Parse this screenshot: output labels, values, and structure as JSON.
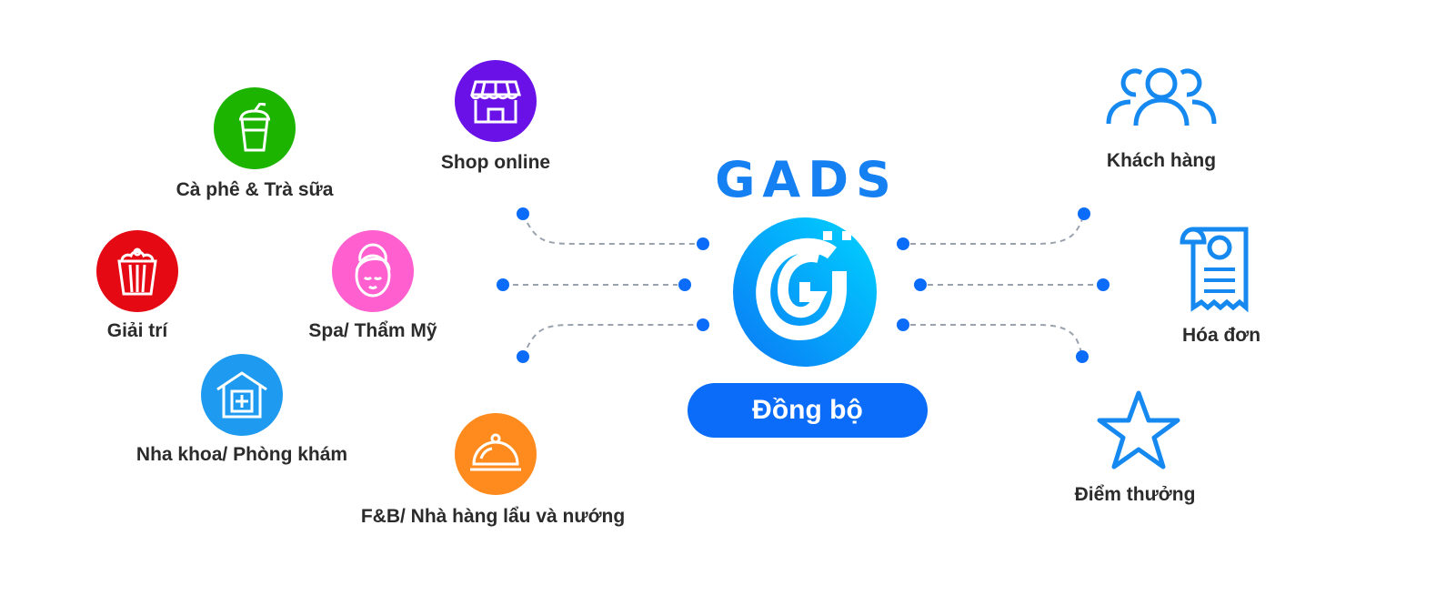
{
  "title": "GADS",
  "sync_button": "Đồng bộ",
  "industries": [
    {
      "label": "Cà phê & Trà sữa",
      "icon": "drink-cup-icon",
      "color": "#1db400"
    },
    {
      "label": "Shop online",
      "icon": "storefront-icon",
      "color": "#6a11e8"
    },
    {
      "label": "Giải trí",
      "icon": "popcorn-icon",
      "color": "#e50914"
    },
    {
      "label": "Spa/ Thẩm Mỹ",
      "icon": "spa-face-icon",
      "color": "#ff5fcf"
    },
    {
      "label": "Nha khoa/ Phòng khám",
      "icon": "clinic-icon",
      "color": "#1e9bf0"
    },
    {
      "label": "F&B/ Nhà hàng lẩu và nướng",
      "icon": "food-cloche-icon",
      "color": "#ff8a1e"
    }
  ],
  "outputs": [
    {
      "label": "Khách hàng",
      "icon": "customers-icon"
    },
    {
      "label": "Hóa đơn",
      "icon": "invoice-icon"
    },
    {
      "label": "Điểm thưởng",
      "icon": "star-icon"
    }
  ],
  "colors": {
    "accent": "#0a6cf8",
    "icon_blue": "#1589f0",
    "connector": "#9aa3ad"
  }
}
